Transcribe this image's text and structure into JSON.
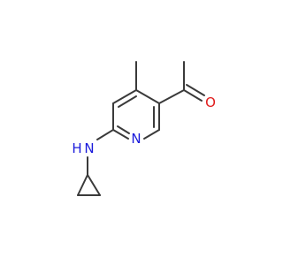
{
  "molecule": {
    "atoms": {
      "ring_nitrogen": {
        "label": "N",
        "color": "#1a1adb"
      },
      "amine_nitrogen": {
        "label": "N",
        "color": "#1a1adb"
      },
      "amine_hydrogen": {
        "label": "H",
        "color": "#1a1adb"
      },
      "aldehyde_oxygen": {
        "label": "O",
        "color": "#e01a1a"
      }
    },
    "bond_color": "#3a3a3a"
  }
}
